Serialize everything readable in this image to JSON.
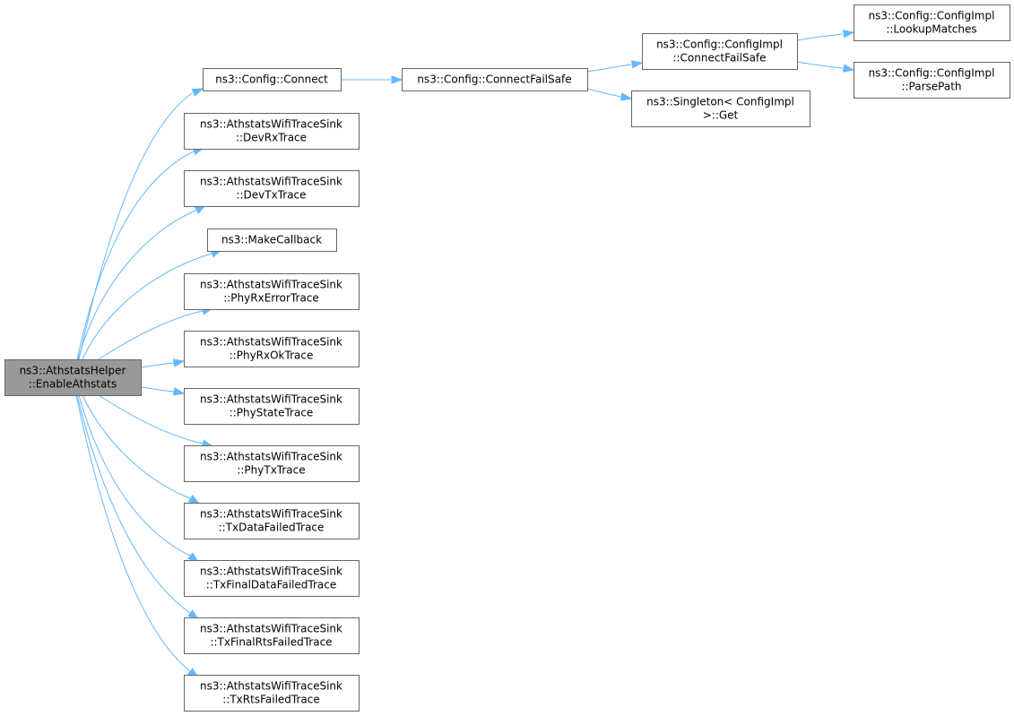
{
  "graph": {
    "type": "call-graph",
    "edge_color": "#63b8ff",
    "root_fill": "#999999",
    "nodes": [
      {
        "id": "root",
        "lines": [
          "ns3::AthstatsHelper",
          "::EnableAthstats"
        ]
      },
      {
        "id": "connect",
        "lines": [
          "ns3::Config::Connect"
        ]
      },
      {
        "id": "devrx",
        "lines": [
          "ns3::AthstatsWifiTraceSink",
          "::DevRxTrace"
        ]
      },
      {
        "id": "devtx",
        "lines": [
          "ns3::AthstatsWifiTraceSink",
          "::DevTxTrace"
        ]
      },
      {
        "id": "makecb",
        "lines": [
          "ns3::MakeCallback"
        ]
      },
      {
        "id": "phyrxerr",
        "lines": [
          "ns3::AthstatsWifiTraceSink",
          "::PhyRxErrorTrace"
        ]
      },
      {
        "id": "phyrxok",
        "lines": [
          "ns3::AthstatsWifiTraceSink",
          "::PhyRxOkTrace"
        ]
      },
      {
        "id": "phystate",
        "lines": [
          "ns3::AthstatsWifiTraceSink",
          "::PhyStateTrace"
        ]
      },
      {
        "id": "phytx",
        "lines": [
          "ns3::AthstatsWifiTraceSink",
          "::PhyTxTrace"
        ]
      },
      {
        "id": "txdatafail",
        "lines": [
          "ns3::AthstatsWifiTraceSink",
          "::TxDataFailedTrace"
        ]
      },
      {
        "id": "txfinaldata",
        "lines": [
          "ns3::AthstatsWifiTraceSink",
          "::TxFinalDataFailedTrace"
        ]
      },
      {
        "id": "txfinalrts",
        "lines": [
          "ns3::AthstatsWifiTraceSink",
          "::TxFinalRtsFailedTrace"
        ]
      },
      {
        "id": "txrts",
        "lines": [
          "ns3::AthstatsWifiTraceSink",
          "::TxRtsFailedTrace"
        ]
      },
      {
        "id": "failsafe",
        "lines": [
          "ns3::Config::ConnectFailSafe"
        ]
      },
      {
        "id": "implfailsafe",
        "lines": [
          "ns3::Config::ConfigImpl",
          "::ConnectFailSafe"
        ]
      },
      {
        "id": "singleton",
        "lines": [
          "ns3::Singleton< ConfigImpl",
          ">::Get"
        ]
      },
      {
        "id": "lookup",
        "lines": [
          "ns3::Config::ConfigImpl",
          "::LookupMatches"
        ]
      },
      {
        "id": "parsepath",
        "lines": [
          "ns3::Config::ConfigImpl",
          "::ParsePath"
        ]
      }
    ],
    "edges": [
      {
        "from": "root",
        "to": "connect"
      },
      {
        "from": "root",
        "to": "devrx"
      },
      {
        "from": "root",
        "to": "devtx"
      },
      {
        "from": "root",
        "to": "makecb"
      },
      {
        "from": "root",
        "to": "phyrxerr"
      },
      {
        "from": "root",
        "to": "phyrxok"
      },
      {
        "from": "root",
        "to": "phystate"
      },
      {
        "from": "root",
        "to": "phytx"
      },
      {
        "from": "root",
        "to": "txdatafail"
      },
      {
        "from": "root",
        "to": "txfinaldata"
      },
      {
        "from": "root",
        "to": "txfinalrts"
      },
      {
        "from": "root",
        "to": "txrts"
      },
      {
        "from": "connect",
        "to": "failsafe"
      },
      {
        "from": "failsafe",
        "to": "implfailsafe"
      },
      {
        "from": "failsafe",
        "to": "singleton"
      },
      {
        "from": "implfailsafe",
        "to": "lookup"
      },
      {
        "from": "implfailsafe",
        "to": "parsepath"
      }
    ]
  }
}
